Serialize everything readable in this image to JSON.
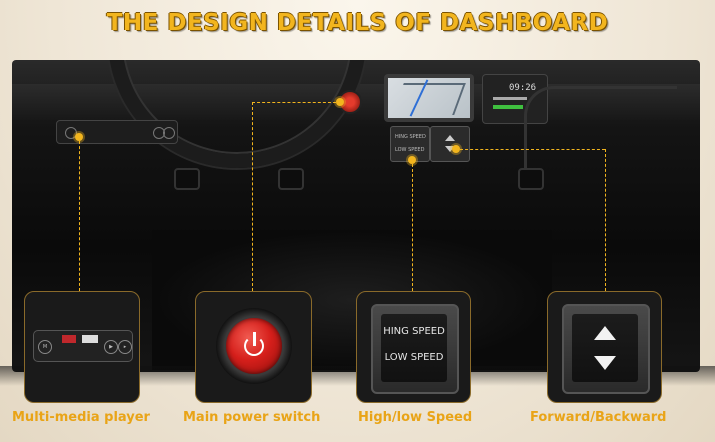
{
  "title": "THE DESIGN DETAILS OF DASHBOARD",
  "dashboard": {
    "clock_time": "09:26",
    "small_switch_high": "HING SPEED",
    "small_switch_low": "LOW SPEED"
  },
  "features": [
    {
      "label": "Multi-media player",
      "icon": "media-player-icon"
    },
    {
      "label": "Main power switch",
      "icon": "power-icon"
    },
    {
      "label": "High/low Speed",
      "icon": "speed-rocker-icon"
    },
    {
      "label": "Forward/Backward",
      "icon": "direction-arrows-icon"
    }
  ],
  "speed_switch": {
    "high_label": "HING SPEED",
    "low_label": "LOW SPEED"
  },
  "colors": {
    "accent": "#f2b51e",
    "caption": "#e9a417",
    "power_red": "#d61f1b"
  }
}
